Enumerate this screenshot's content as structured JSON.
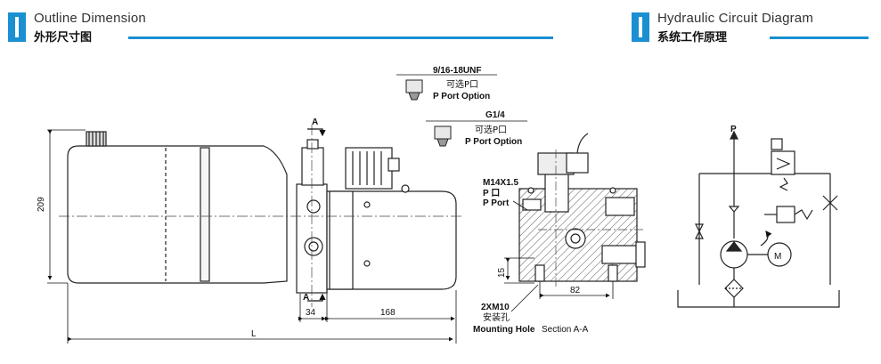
{
  "headers": {
    "outline": {
      "en": "Outline Dimension",
      "cn": "外形尺寸图"
    },
    "circuit": {
      "en": "Hydraulic Circuit Diagram",
      "cn": "系统工作原理"
    }
  },
  "colors": {
    "accent": "#1a8fd1"
  },
  "options": {
    "opt1": {
      "thread": "9/16-18UNF",
      "cn": "可选P口",
      "en": "P Port Option"
    },
    "opt2": {
      "thread": "G1/4",
      "cn": "可选P口",
      "en": "P Port Option"
    }
  },
  "dimensions": {
    "height": "209",
    "d34": "34",
    "d168": "168",
    "length": "L",
    "section_a": "A",
    "d15": "15",
    "d82": "82"
  },
  "section": {
    "port_thread": "M14X1.5",
    "port_cn": "P 口",
    "port_en": "P Port",
    "hole_thread": "2XM10",
    "hole_cn": "安装孔",
    "hole_en": "Mounting Hole",
    "title": "Section A-A"
  },
  "circuit": {
    "p_label": "P",
    "motor_label": "M"
  }
}
